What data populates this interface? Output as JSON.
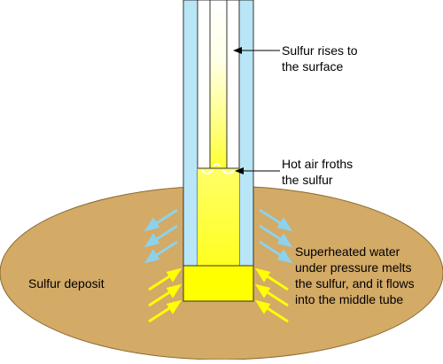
{
  "labels": {
    "sulfur_rises_line1": "Sulfur rises to",
    "sulfur_rises_line2": "the surface",
    "hot_air_line1": "Hot air froths",
    "hot_air_line2": "the sulfur",
    "sulfur_deposit": "Sulfur deposit",
    "superheated_line1": "Superheated water",
    "superheated_line2": "under pressure melts",
    "superheated_line3": "the sulfur, and it flows",
    "superheated_line4": "into the middle tube"
  },
  "colors": {
    "deposit_fill": "#d3aa66",
    "water_blue": "#b8e6f6",
    "arrow_blue": "#8cd2ee",
    "sulfur_yellow": "#ffff00",
    "sulfur_light": "#ffffd0",
    "outline": "#333333"
  }
}
